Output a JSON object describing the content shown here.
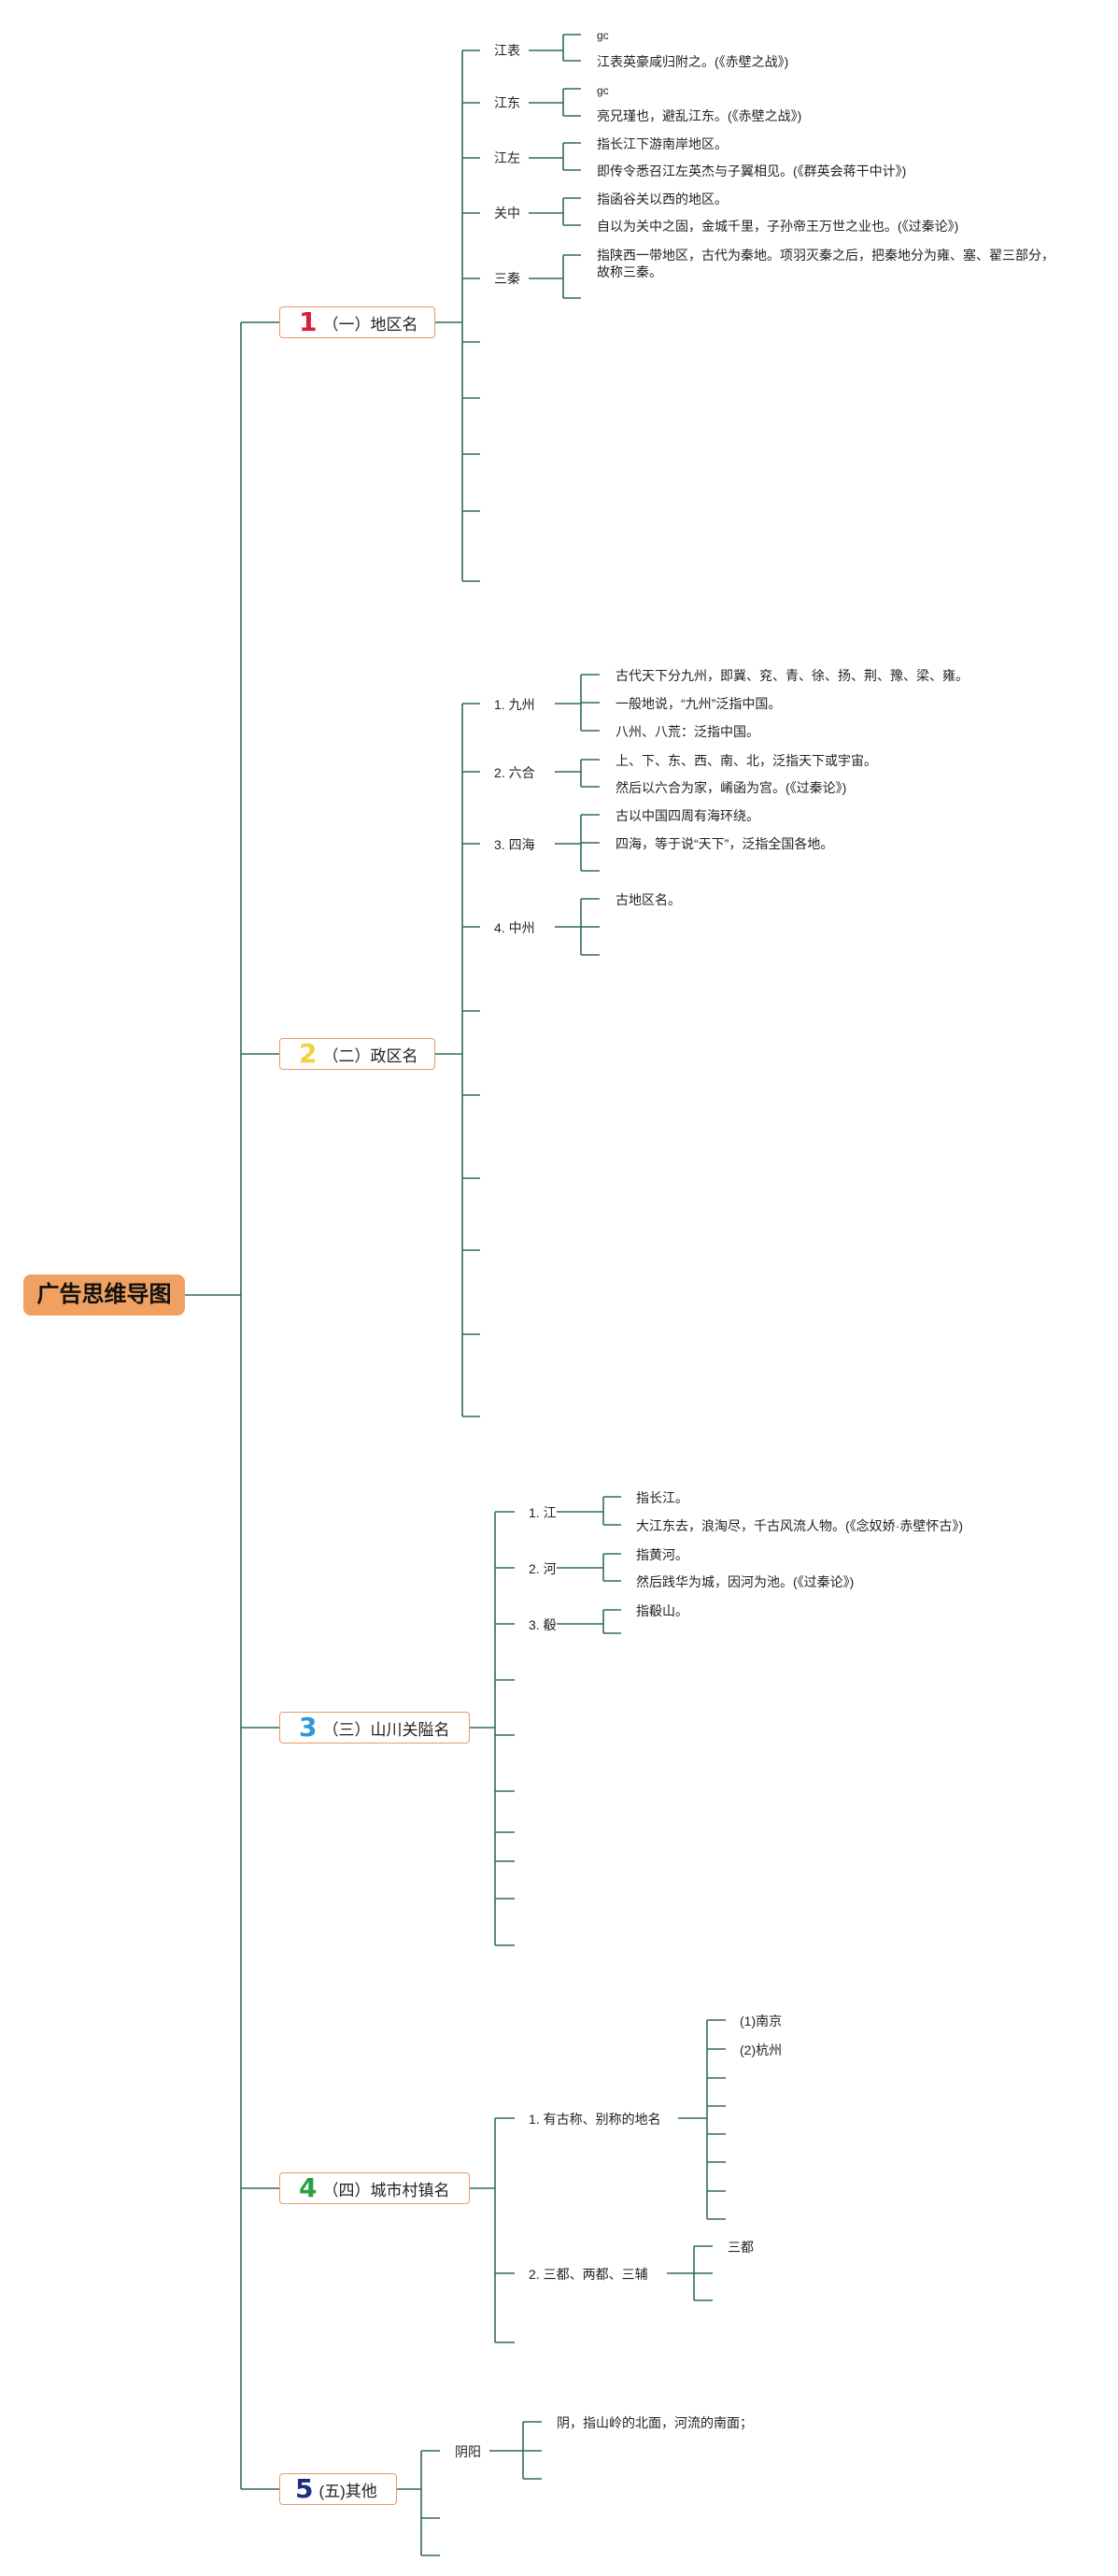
{
  "root": {
    "title": "广告思维导图"
  },
  "colors": {
    "line": "#2f6b5e",
    "root_fill": "#f0a060",
    "section_border": "#e99a62"
  },
  "sections": [
    {
      "number": "1",
      "number_color": "#d81e3a",
      "label": "（一）地区名",
      "children": [
        {
          "label": "江表",
          "items": [
            "gc",
            "江表英豪咸归附之。(《赤壁之战》)"
          ]
        },
        {
          "label": "江东",
          "items": [
            "gc",
            "亮兄瑾也，避乱江东。(《赤壁之战》)"
          ]
        },
        {
          "label": "江左",
          "items": [
            "指长江下游南岸地区。",
            "即传令悉召江左英杰与子翼相见。(《群英会蒋干中计》)"
          ]
        },
        {
          "label": "关中",
          "items": [
            "指函谷关以西的地区。",
            "自以为关中之固，金城千里，子孙帝王万世之业也。(《过秦论》)"
          ]
        },
        {
          "label": "三秦",
          "items": [
            "指陕西一带地区，古代为秦地。项羽灭秦之后，把秦地分为雍、塞、翟三部分，故称三秦。"
          ]
        }
      ]
    },
    {
      "number": "2",
      "number_color": "#f3d23c",
      "label": "（二）政区名",
      "children": [
        {
          "label": "1. 九州",
          "items": [
            "古代天下分九州，即冀、兖、青、徐、扬、荆、豫、梁、雍。",
            "一般地说，“九州”泛指中国。",
            "八州、八荒：泛指中国。"
          ]
        },
        {
          "label": "2. 六合",
          "items": [
            "上、下、东、西、南、北，泛指天下或宇宙。",
            "然后以六合为家，崤函为宫。(《过秦论》)"
          ]
        },
        {
          "label": "3. 四海",
          "items": [
            "古以中国四周有海环绕。",
            "四海，等于说“天下”，泛指全国各地。"
          ]
        },
        {
          "label": "4. 中州",
          "items": [
            "古地区名。"
          ]
        }
      ]
    },
    {
      "number": "3",
      "number_color": "#2a9ad8",
      "label": "（三）山川关隘名",
      "children": [
        {
          "label": "1. 江",
          "items": [
            "指长江。",
            "大江东去，浪淘尽，千古风流人物。(《念奴娇·赤壁怀古》)"
          ]
        },
        {
          "label": "2. 河",
          "items": [
            "指黄河。",
            "然后践华为城，因河为池。(《过秦论》)"
          ]
        },
        {
          "label": "3. 殽",
          "items": [
            "指殽山。"
          ]
        }
      ]
    },
    {
      "number": "4",
      "number_color": "#2aa043",
      "label": "（四）城市村镇名",
      "children": [
        {
          "label": "1. 有古称、别称的地名",
          "items": [
            "(1)南京",
            "(2)杭州"
          ]
        },
        {
          "label": "2. 三都、两都、三辅",
          "items": [
            "三都"
          ]
        }
      ]
    },
    {
      "number": "5",
      "number_color": "#1c2f7c",
      "label": "(五)其他",
      "children": [
        {
          "label": "阴阳",
          "items": [
            "阴，指山岭的北面，河流的南面；"
          ]
        }
      ]
    }
  ]
}
